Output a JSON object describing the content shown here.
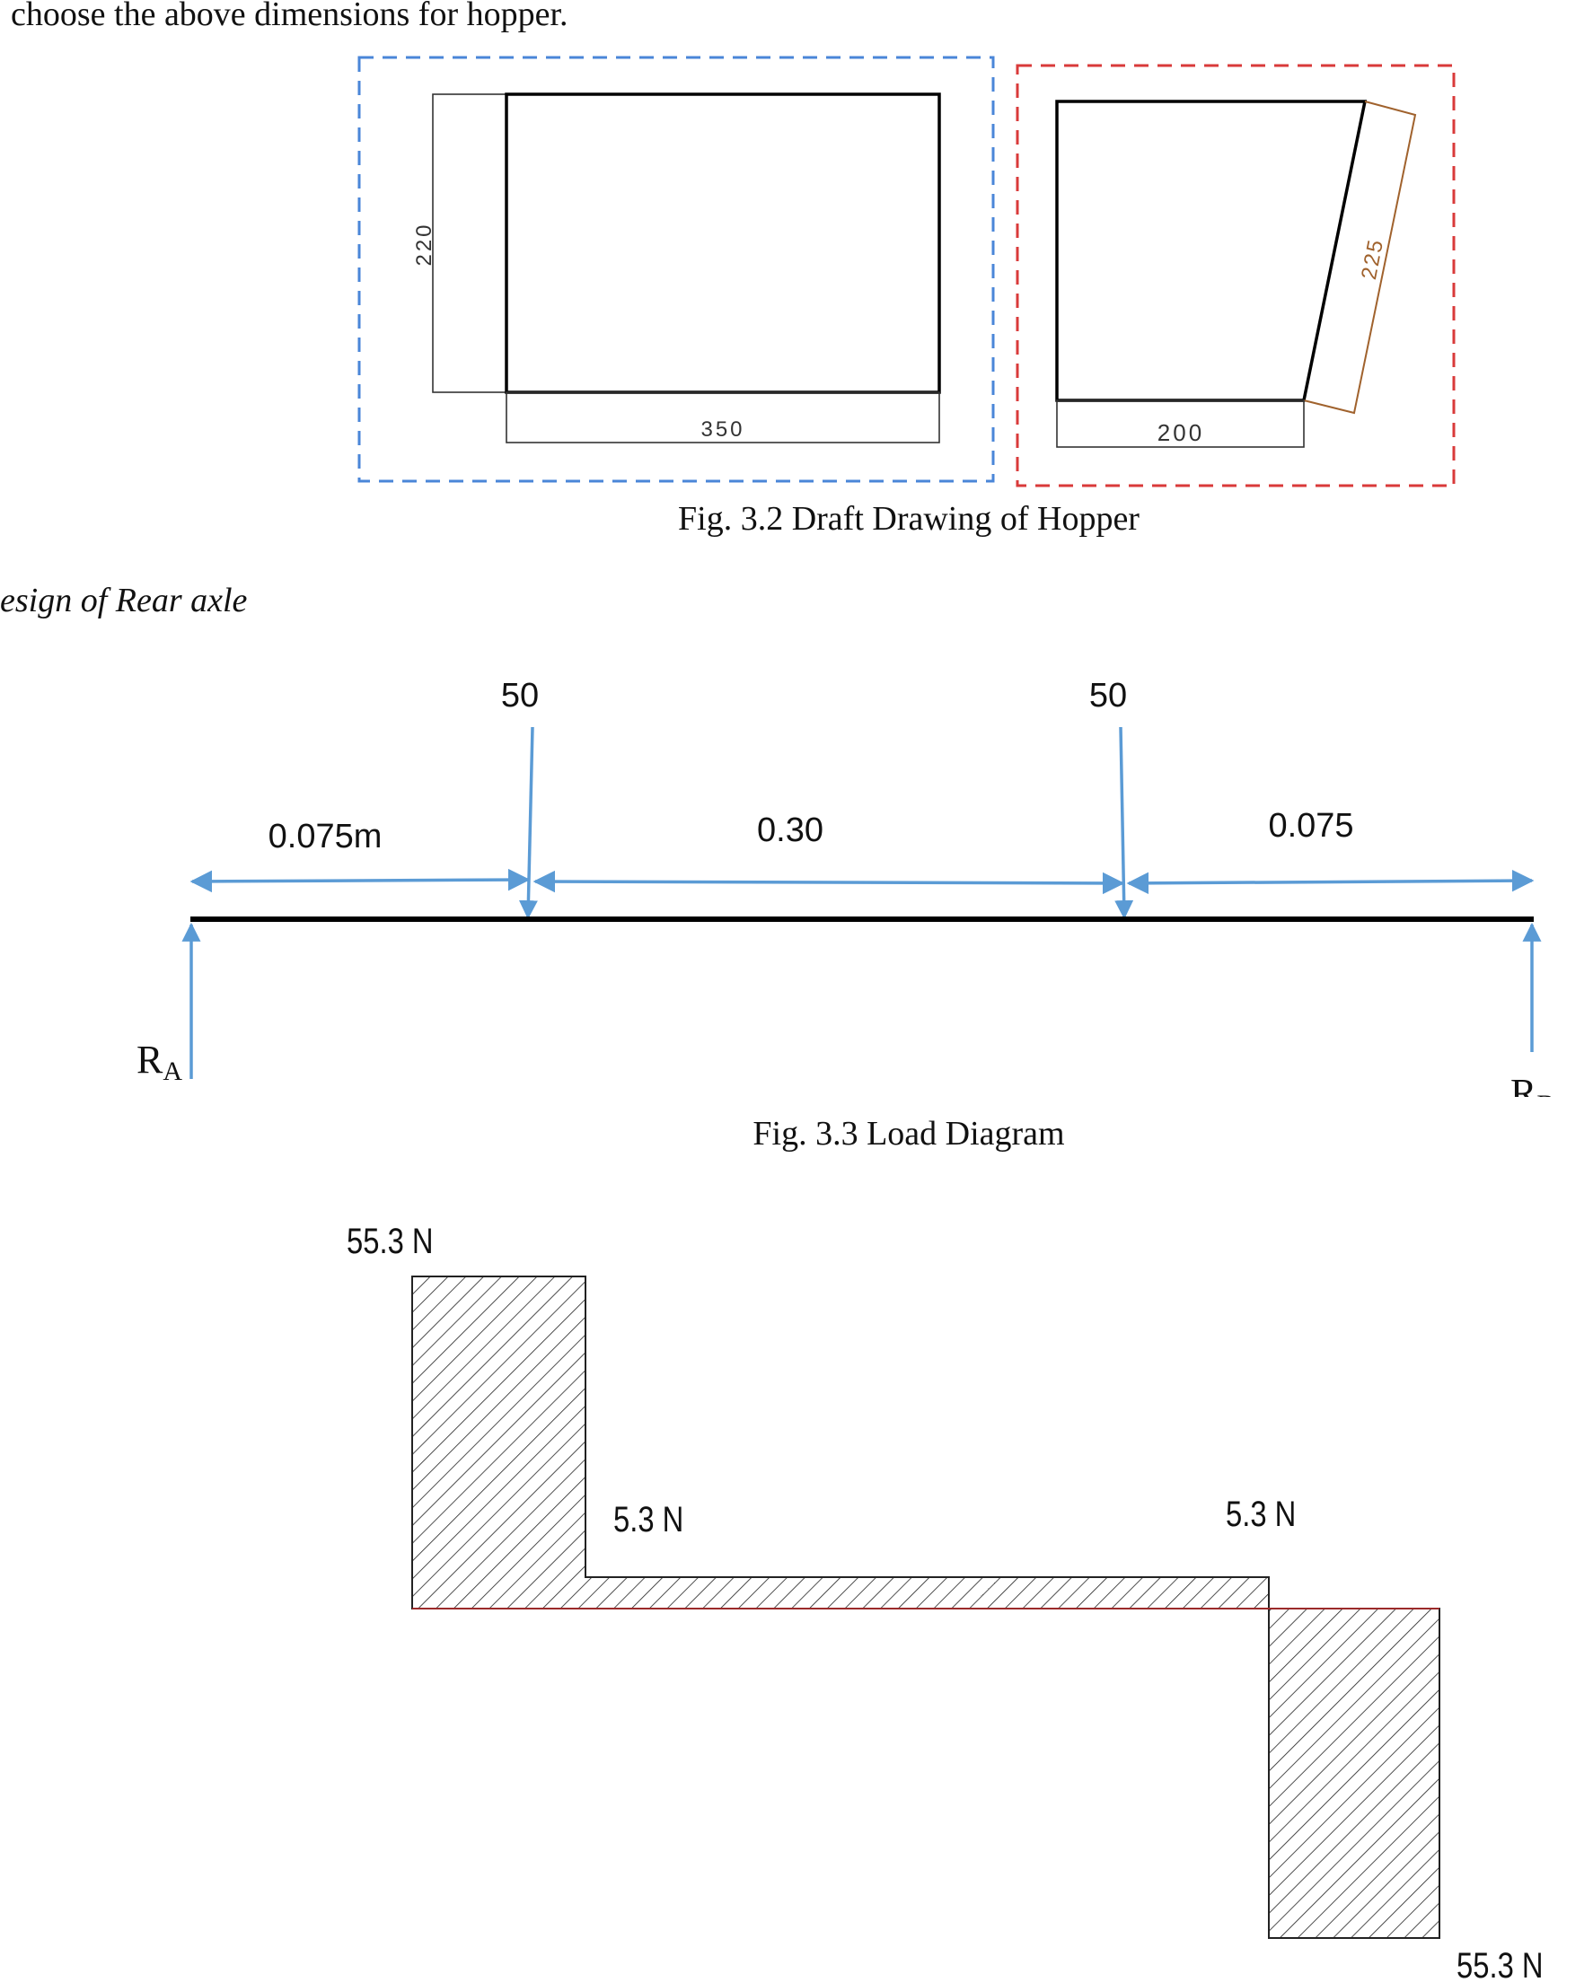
{
  "intro_text": "choose the above dimensions for hopper.",
  "hopper": {
    "front_height": "220",
    "front_width": "350",
    "side_slant": "225",
    "side_width": "200",
    "caption": "Fig. 3.2 Draft Drawing of Hopper"
  },
  "section_heading": "esign of Rear axle",
  "load": {
    "load_left": "50",
    "load_right": "50",
    "span_left": "0.075m",
    "span_mid": "0.30",
    "span_right": "0.075",
    "reaction_a": "R",
    "reaction_a_sub": "A",
    "reaction_b": "R",
    "reaction_b_sub": "B",
    "caption": "Fig. 3.3 Load Diagram"
  },
  "shear": {
    "top_left": "55.3 N",
    "mid_left": "5.3 N",
    "mid_right": "5.3 N",
    "bottom_right": "55.3 N"
  },
  "colors": {
    "blue_box": "#4a86d8",
    "red_box": "#d93a3a",
    "arrow_blue": "#5b9bd5",
    "dim_brown": "#a0622d"
  }
}
